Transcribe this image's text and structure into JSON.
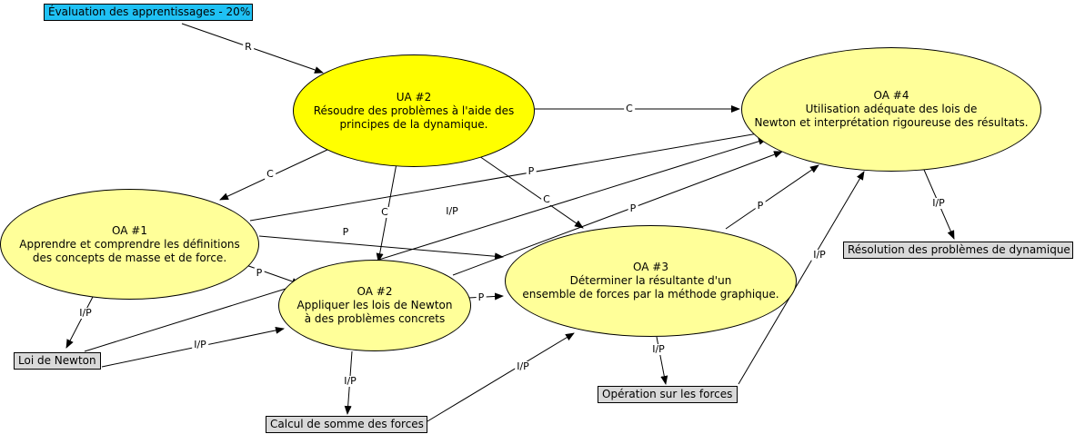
{
  "colors": {
    "ua_fill": "#ffff00",
    "oa_fill": "#ffff99",
    "concept_fill": "#d9d9d9",
    "evaluation_fill": "#1fc1f4"
  },
  "evaluation": {
    "text": "Évaluation des apprentissages - 20%"
  },
  "ua2": {
    "title": "UA #2",
    "line1": "Résoudre des problèmes à l'aide des",
    "line2": "principes de la dynamique."
  },
  "oa4": {
    "title": "OA #4",
    "line1": "Utilisation adéquate des lois de",
    "line2": "Newton et interprétation rigoureuse des résultats."
  },
  "oa1": {
    "title": "OA #1",
    "line1": "Apprendre et comprendre les définitions",
    "line2": "des concepts de masse et de force."
  },
  "oa2": {
    "title": "OA #2",
    "line1": "Appliquer les lois de Newton",
    "line2": "à des problèmes concrets"
  },
  "oa3": {
    "title": "OA #3",
    "line1": "Déterminer la résultante d'un",
    "line2": "ensemble de forces par la méthode graphique."
  },
  "concepts": {
    "resolution": "Résolution des problèmes de dynamique",
    "loi": "Loi de Newton",
    "calcul": "Calcul de somme des forces",
    "operation": "Opération sur les forces"
  },
  "edge_labels": {
    "eval_ua2": "R",
    "ua2_oa4": "C",
    "ua2_oa1": "C",
    "ua2_oa2": "C",
    "ua2_oa3": "C",
    "oa1_oa4": "P",
    "oa1_oa3": "P",
    "oa1_oa2": "P",
    "oa1_loi": "I/P",
    "loi_oa4": "I/P",
    "loi_oa2": "I/P",
    "oa2_oa4": "P",
    "oa2_oa3": "P",
    "oa2_calcul": "I/P",
    "calcul_oa3": "I/P",
    "oa3_oa4": "P",
    "oa3_operation": "I/P",
    "operation_oa4": "I/P",
    "oa4_resolution": "I/P"
  }
}
